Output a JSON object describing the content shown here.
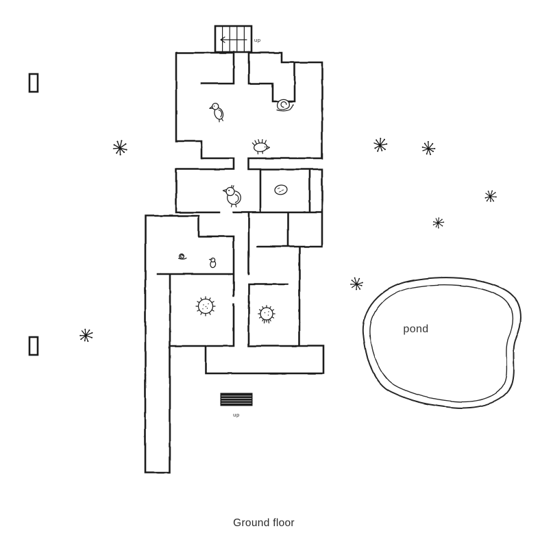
{
  "colors": {
    "ink": "#1c1c1c",
    "background": "#ffffff"
  },
  "caption": "Ground floor",
  "plan": {
    "upper_stairs": {
      "label": "up"
    },
    "lower_stairs": {
      "label": "up"
    },
    "pond": {
      "label": "pond"
    }
  },
  "decorations": {
    "animal_icons": [
      "bird-icon",
      "snail-icon",
      "hedgehog-icon",
      "songbird-icon",
      "egg-icon",
      "small-snail-icon",
      "small-bird-icon",
      "spiky-creature-icon",
      "spiky-creature-icon"
    ],
    "plant_icon": "plant-sprig-icon",
    "plant_count": 7
  }
}
